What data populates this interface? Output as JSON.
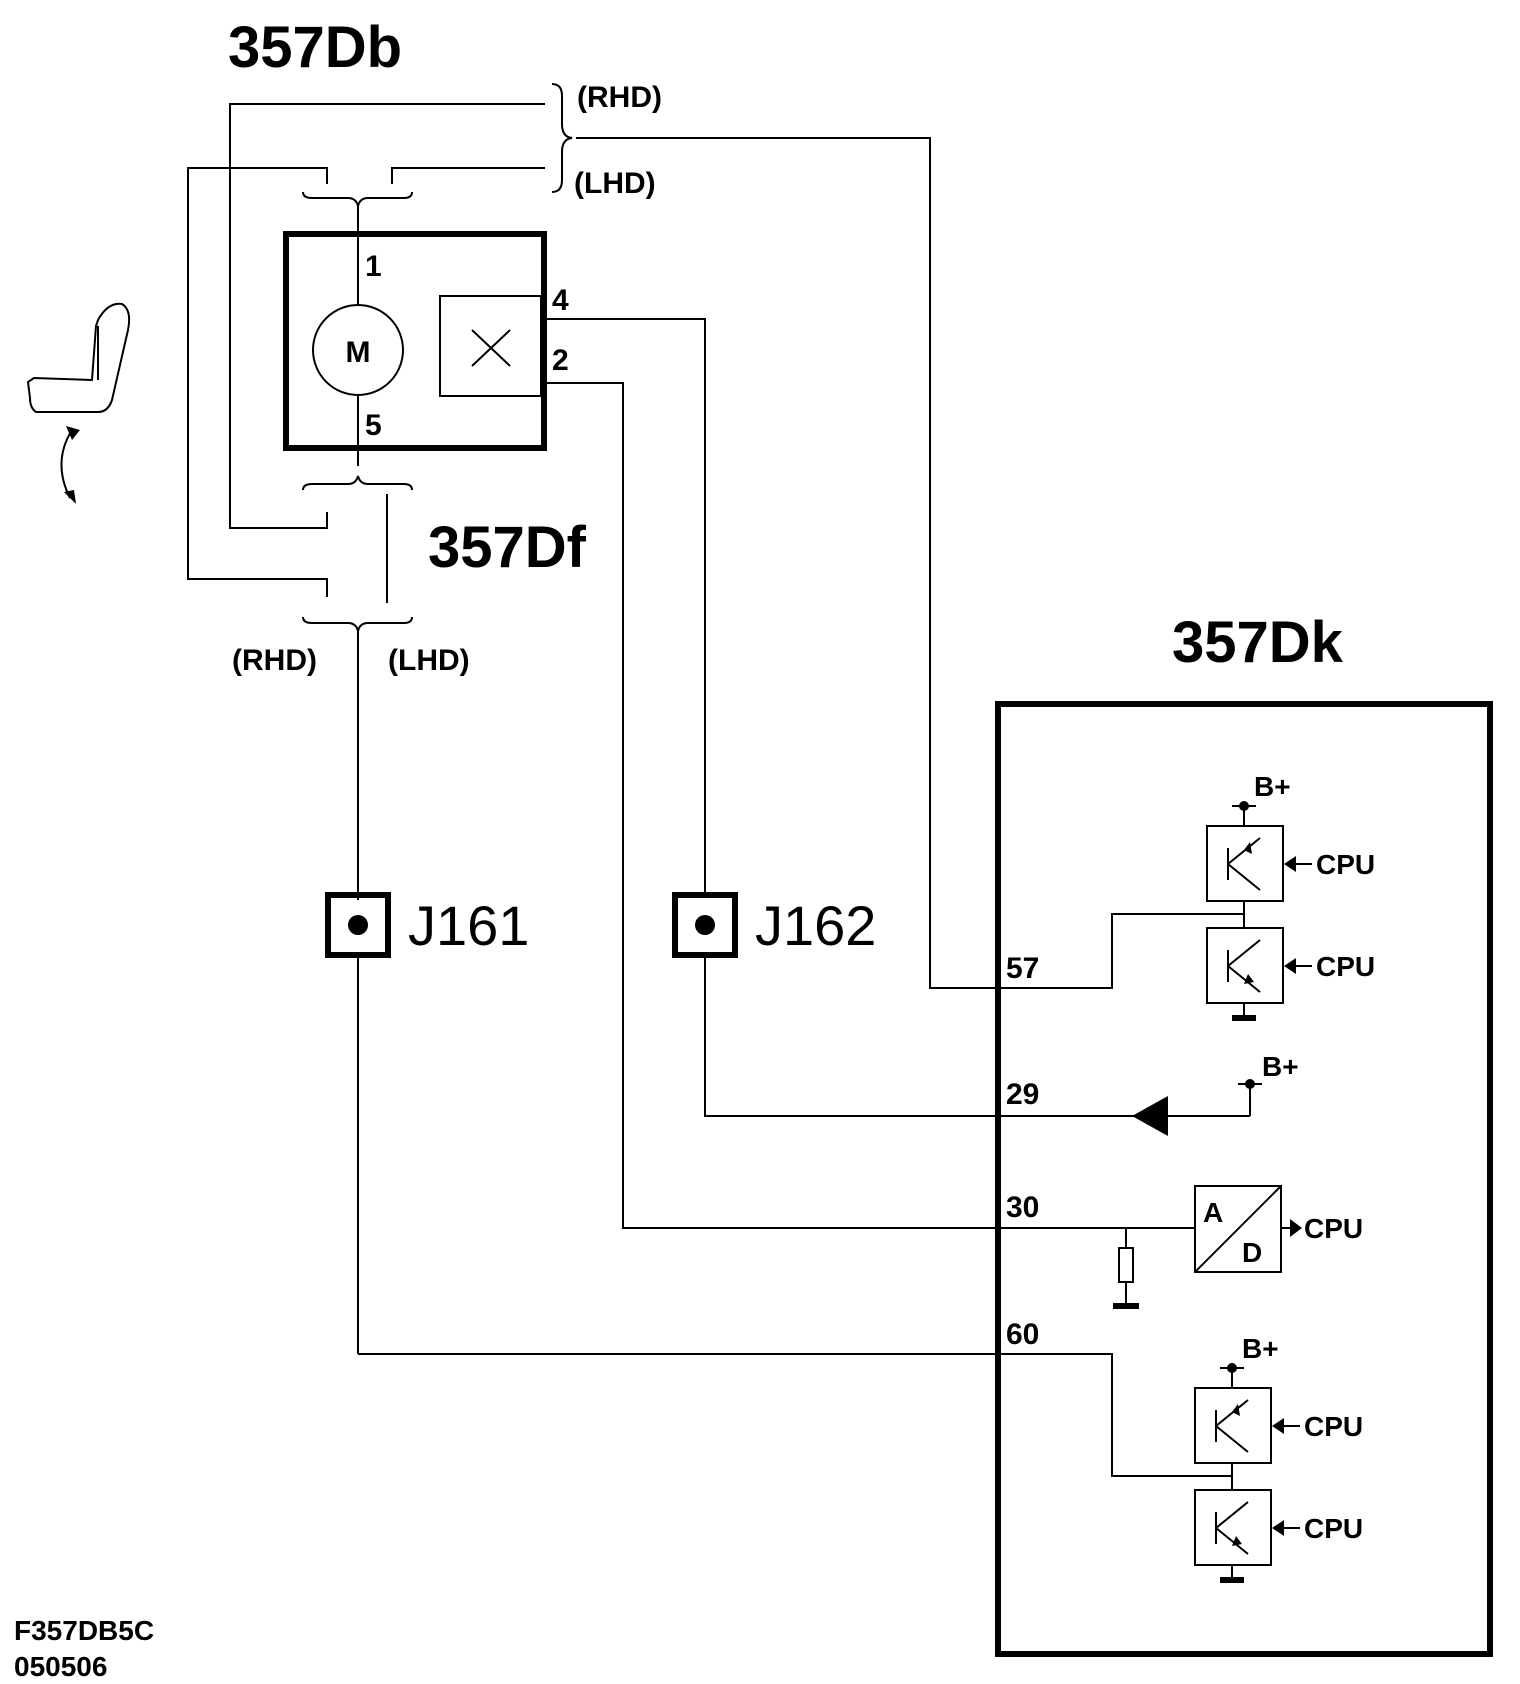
{
  "components": {
    "motor_unit": "357Db",
    "connector_f": "357Df",
    "control_module": "357Dk"
  },
  "variants": {
    "rhd_top": "(RHD)",
    "lhd_top": "(LHD)",
    "rhd_bottom": "(RHD)",
    "lhd_bottom": "(LHD)"
  },
  "motor": {
    "symbol": "M",
    "pins": {
      "p1": "1",
      "p5": "5",
      "p4": "4",
      "p2": "2"
    }
  },
  "junctions": {
    "j161": "J161",
    "j162": "J162"
  },
  "module": {
    "pins": {
      "p57": "57",
      "p29": "29",
      "p30": "30",
      "p60": "60"
    },
    "supply": "B+",
    "cpu": "CPU",
    "ad_a": "A",
    "ad_d": "D"
  },
  "footer": {
    "code": "F357DB5C",
    "date": "050506"
  },
  "icons": [
    "seat-icon",
    "motor-icon",
    "potentiometer-icon",
    "transistor-icon",
    "resistor-icon",
    "ground-icon",
    "ad-converter-icon",
    "diode-arrow-icon"
  ]
}
